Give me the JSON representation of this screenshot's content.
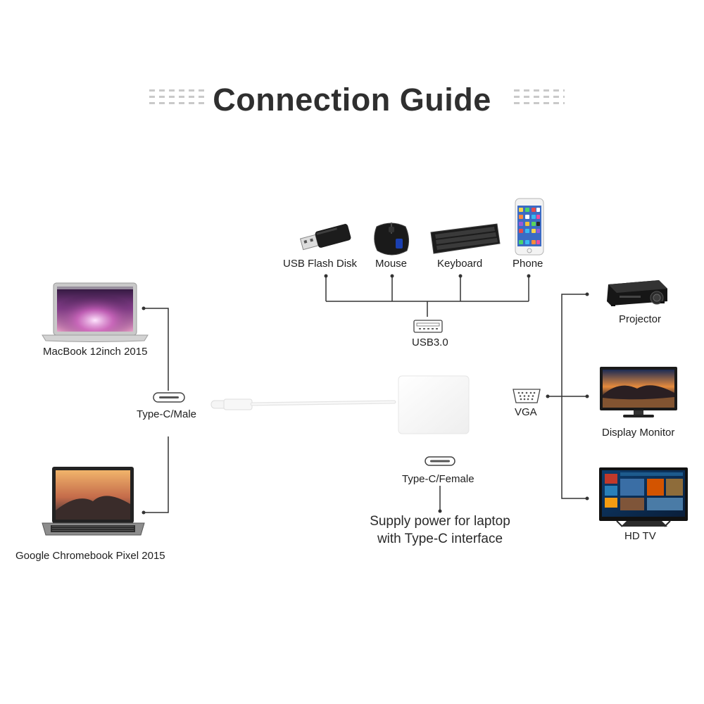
{
  "title": "Connection Guide",
  "left_devices": {
    "top_label": "MacBook 12inch 2015",
    "bottom_label": "Google Chromebook Pixel 2015",
    "port_label": "Type-C/Male"
  },
  "usb_devices": {
    "items": [
      "USB Flash Disk",
      "Mouse",
      "Keyboard",
      "Phone"
    ],
    "port_label": "USB3.0"
  },
  "vga_devices": {
    "port_label": "VGA",
    "items": [
      "Projector",
      "Display Monitor",
      "HD TV"
    ]
  },
  "power": {
    "port_label": "Type-C/Female",
    "note": "Supply power for laptop\nwith Type-C interface"
  },
  "icons": [
    "laptop-icon",
    "chromebook-icon",
    "usb-flash-disk-icon",
    "mouse-icon",
    "keyboard-icon",
    "phone-icon",
    "usb-port-icon",
    "type-c-port-icon",
    "vga-port-icon",
    "projector-icon",
    "monitor-icon",
    "tv-icon",
    "adapter-hub-icon"
  ]
}
